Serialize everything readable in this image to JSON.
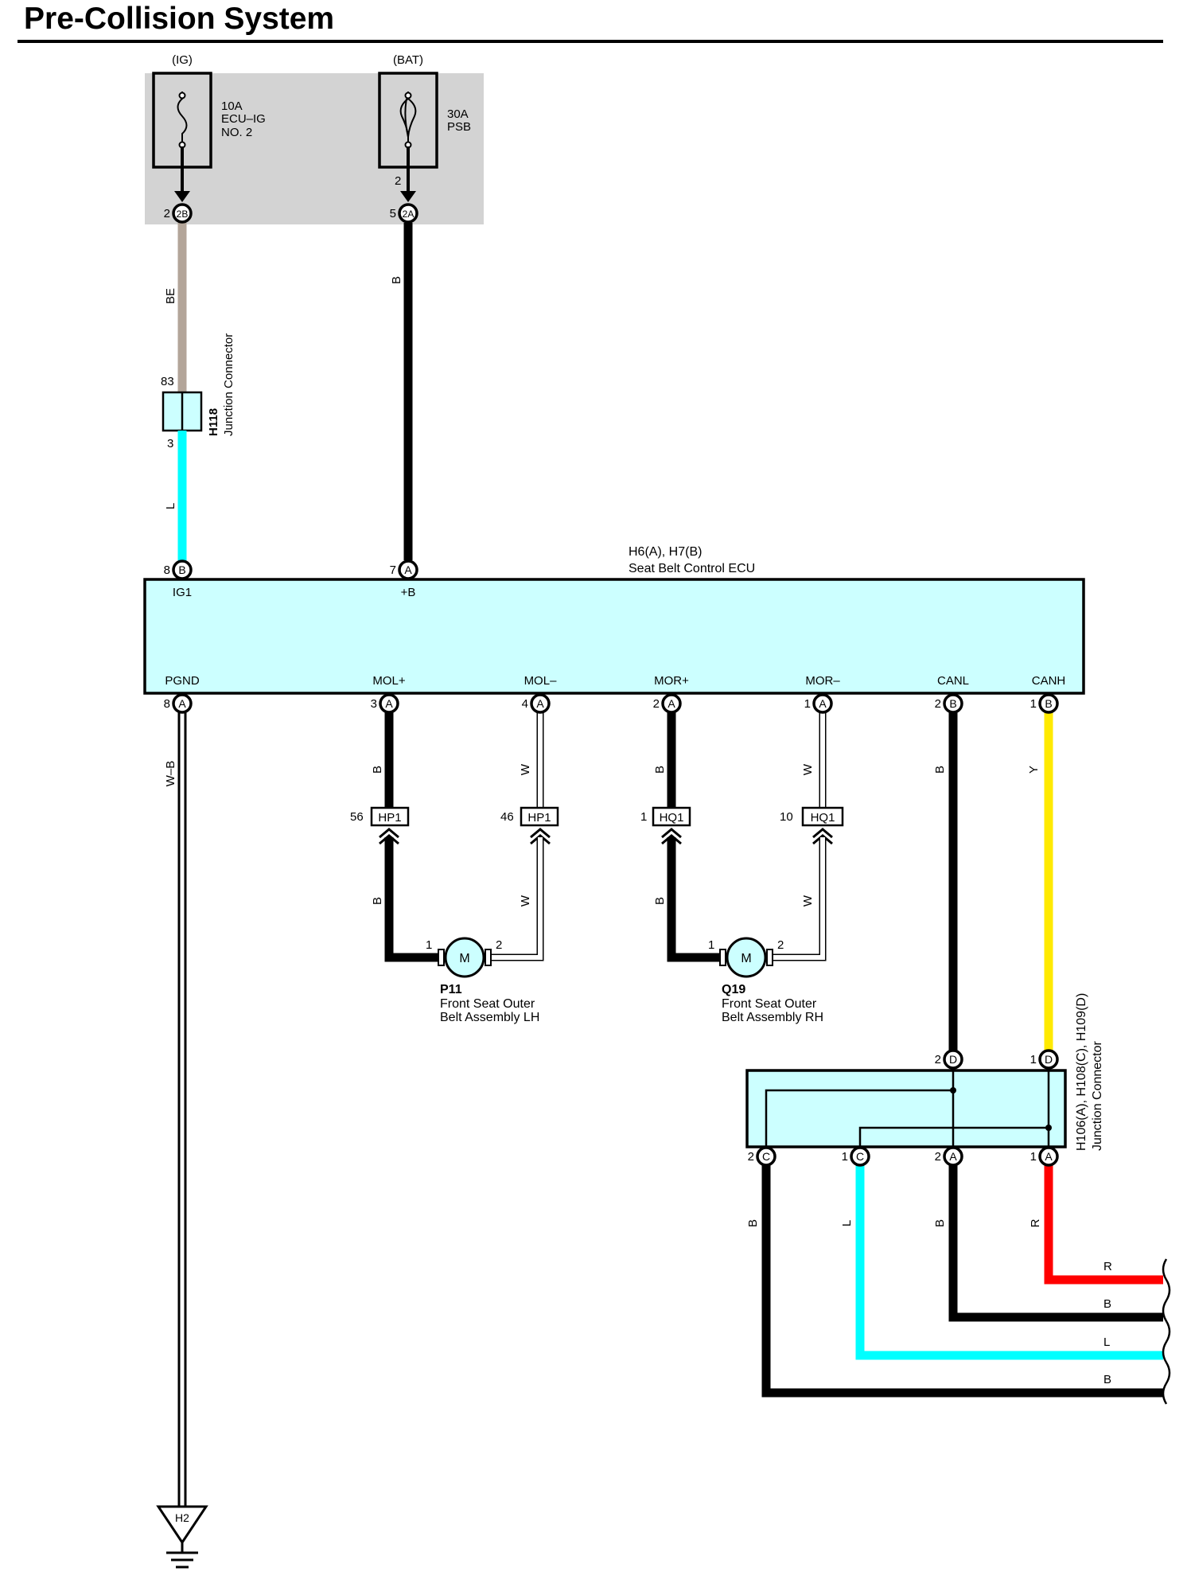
{
  "title": "Pre-Collision System",
  "colors": {
    "BE": "#b3a599",
    "B": "#000000",
    "L": "#00ffff",
    "Y": "#ffea00",
    "R": "#ff0000",
    "W": "#ffffff",
    "module_fill": "#ccffff",
    "fuse_box_fill": "#d3d3d3"
  },
  "fuse_box": {
    "fuses": [
      {
        "supply": "(IG)",
        "rating": "10A",
        "name_line1": "ECU–IG",
        "name_line2": "NO. 2",
        "out_pin": "",
        "connector": "2B",
        "connector_pin": "2"
      },
      {
        "supply": "(BAT)",
        "rating": "30A",
        "name_line1": "PSB",
        "name_line2": "",
        "out_pin": "2",
        "connector": "2A",
        "connector_pin": "5"
      }
    ]
  },
  "junction_h118": {
    "id": "H118",
    "name": "Junction Connector",
    "pin_in": "83",
    "pin_out": "3"
  },
  "ecu": {
    "id": "H6(A), H7(B)",
    "name": "Seat Belt Control ECU",
    "top_pins": [
      {
        "num": "8",
        "conn": "B",
        "label": "IG1"
      },
      {
        "num": "7",
        "conn": "A",
        "label": "+B"
      }
    ],
    "bottom_pins": [
      {
        "num": "8",
        "conn": "A",
        "label": "PGND"
      },
      {
        "num": "3",
        "conn": "A",
        "label": "MOL+"
      },
      {
        "num": "4",
        "conn": "A",
        "label": "MOL–"
      },
      {
        "num": "2",
        "conn": "A",
        "label": "MOR+"
      },
      {
        "num": "1",
        "conn": "A",
        "label": "MOR–"
      },
      {
        "num": "2",
        "conn": "B",
        "label": "CANL"
      },
      {
        "num": "1",
        "conn": "B",
        "label": "CANH"
      }
    ]
  },
  "wire_labels": {
    "be": "BE",
    "b_bat": "B",
    "l_ig": "L",
    "wb": "W–B",
    "mol_plus_1": "B",
    "mol_minus_1": "W",
    "mor_plus_1": "B",
    "mor_minus_1": "W",
    "mol_plus_2": "B",
    "mol_minus_2": "W",
    "mor_plus_2": "B",
    "mor_minus_2": "W",
    "canl": "B",
    "canh": "Y",
    "jc_c2": "B",
    "jc_c1": "L",
    "jc_a2": "B",
    "jc_a1": "R",
    "out_r": "R",
    "out_b1": "B",
    "out_l": "L",
    "out_b2": "B"
  },
  "inline_connectors": [
    {
      "pin": "56",
      "name": "HP1"
    },
    {
      "pin": "46",
      "name": "HP1"
    },
    {
      "pin": "1",
      "name": "HQ1"
    },
    {
      "pin": "10",
      "name": "HQ1"
    }
  ],
  "motors": [
    {
      "symbol": "M",
      "id": "P11",
      "name_line1": "Front Seat Outer",
      "name_line2": "Belt Assembly LH",
      "pin1": "1",
      "pin2": "2"
    },
    {
      "symbol": "M",
      "id": "Q19",
      "name_line1": "Front Seat Outer",
      "name_line2": "Belt Assembly RH",
      "pin1": "1",
      "pin2": "2"
    }
  ],
  "junction_h106": {
    "id": "H106(A), H108(C), H109(D)",
    "name": "Junction Connector",
    "top_pins": [
      {
        "num": "2",
        "conn": "D"
      },
      {
        "num": "1",
        "conn": "D"
      }
    ],
    "bottom_pins": [
      {
        "num": "2",
        "conn": "C"
      },
      {
        "num": "1",
        "conn": "C"
      },
      {
        "num": "2",
        "conn": "A"
      },
      {
        "num": "1",
        "conn": "A"
      }
    ]
  },
  "ground": {
    "id": "H2"
  }
}
